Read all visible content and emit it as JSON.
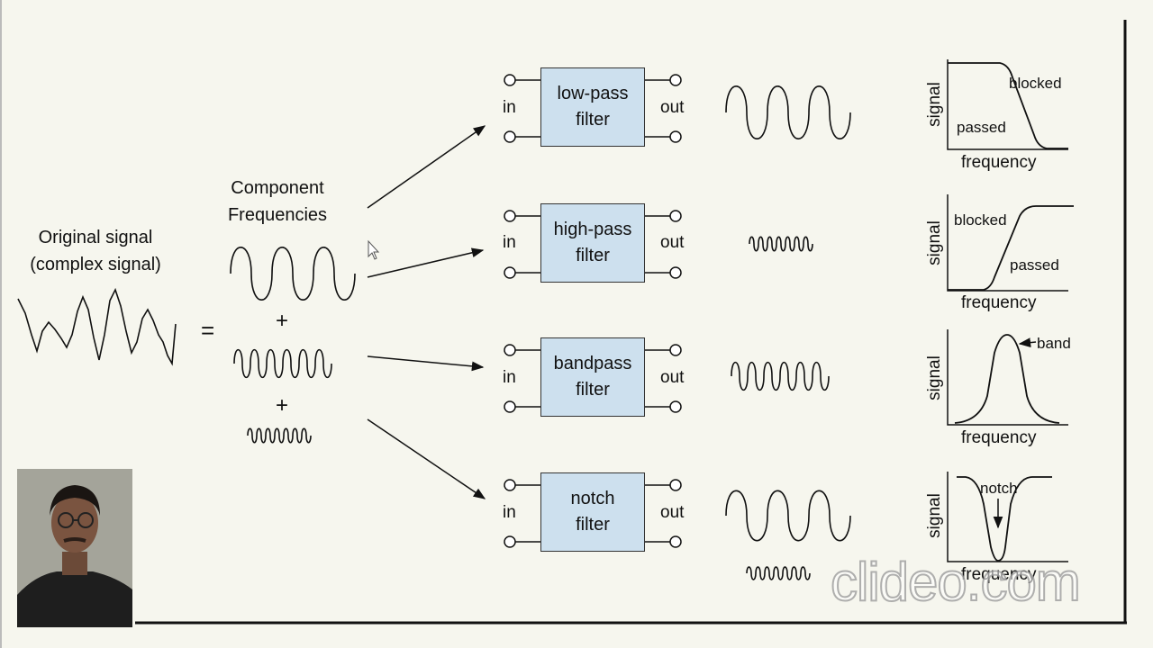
{
  "original": {
    "line1": "Original signal",
    "line2": "(complex signal)"
  },
  "component": {
    "line1": "Component",
    "line2": "Frequencies"
  },
  "equals": "=",
  "plus": "+",
  "port_in": "in",
  "port_out": "out",
  "filters": [
    {
      "line1": "low-pass",
      "line2": "filter"
    },
    {
      "line1": "high-pass",
      "line2": "filter"
    },
    {
      "line1": "bandpass",
      "line2": "filter"
    },
    {
      "line1": "notch",
      "line2": "filter"
    }
  ],
  "graphs": {
    "y_label": "signal",
    "x_label": "frequency",
    "lowpass": {
      "blocked": "blocked",
      "passed": "passed"
    },
    "highpass": {
      "blocked": "blocked",
      "passed": "passed"
    },
    "bandpass": {
      "band": "band"
    },
    "notch": {
      "notch": "notch"
    }
  },
  "watermark": "clideo.com",
  "colors": {
    "background": "#f6f6ee",
    "filter_box": "#cde0ee",
    "line": "#111111"
  }
}
